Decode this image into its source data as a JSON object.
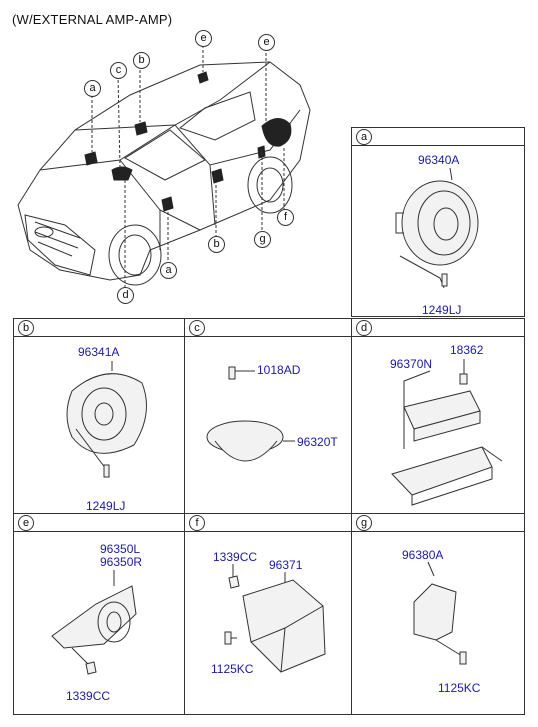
{
  "title": "(W/EXTERNAL AMP-AMP)",
  "car_callouts": {
    "a_top": "a",
    "c": "c",
    "b_top": "b",
    "e_top": "e",
    "e_right": "e",
    "f": "f",
    "g": "g",
    "b_low": "b",
    "a_low": "a",
    "d": "d"
  },
  "panels": {
    "a": {
      "letter": "a",
      "parts": [
        "96340A",
        "1249LJ"
      ]
    },
    "b": {
      "letter": "b",
      "parts": [
        "96341A",
        "1249LJ"
      ]
    },
    "c": {
      "letter": "c",
      "parts": [
        "1018AD",
        "96320T"
      ]
    },
    "d": {
      "letter": "d",
      "parts": [
        "96370N",
        "18362"
      ]
    },
    "e": {
      "letter": "e",
      "parts": [
        "96350L",
        "96350R",
        "1339CC"
      ]
    },
    "f": {
      "letter": "f",
      "parts": [
        "1339CC",
        "96371",
        "1125KC"
      ]
    },
    "g": {
      "letter": "g",
      "parts": [
        "96380A",
        "1125KC"
      ]
    }
  }
}
